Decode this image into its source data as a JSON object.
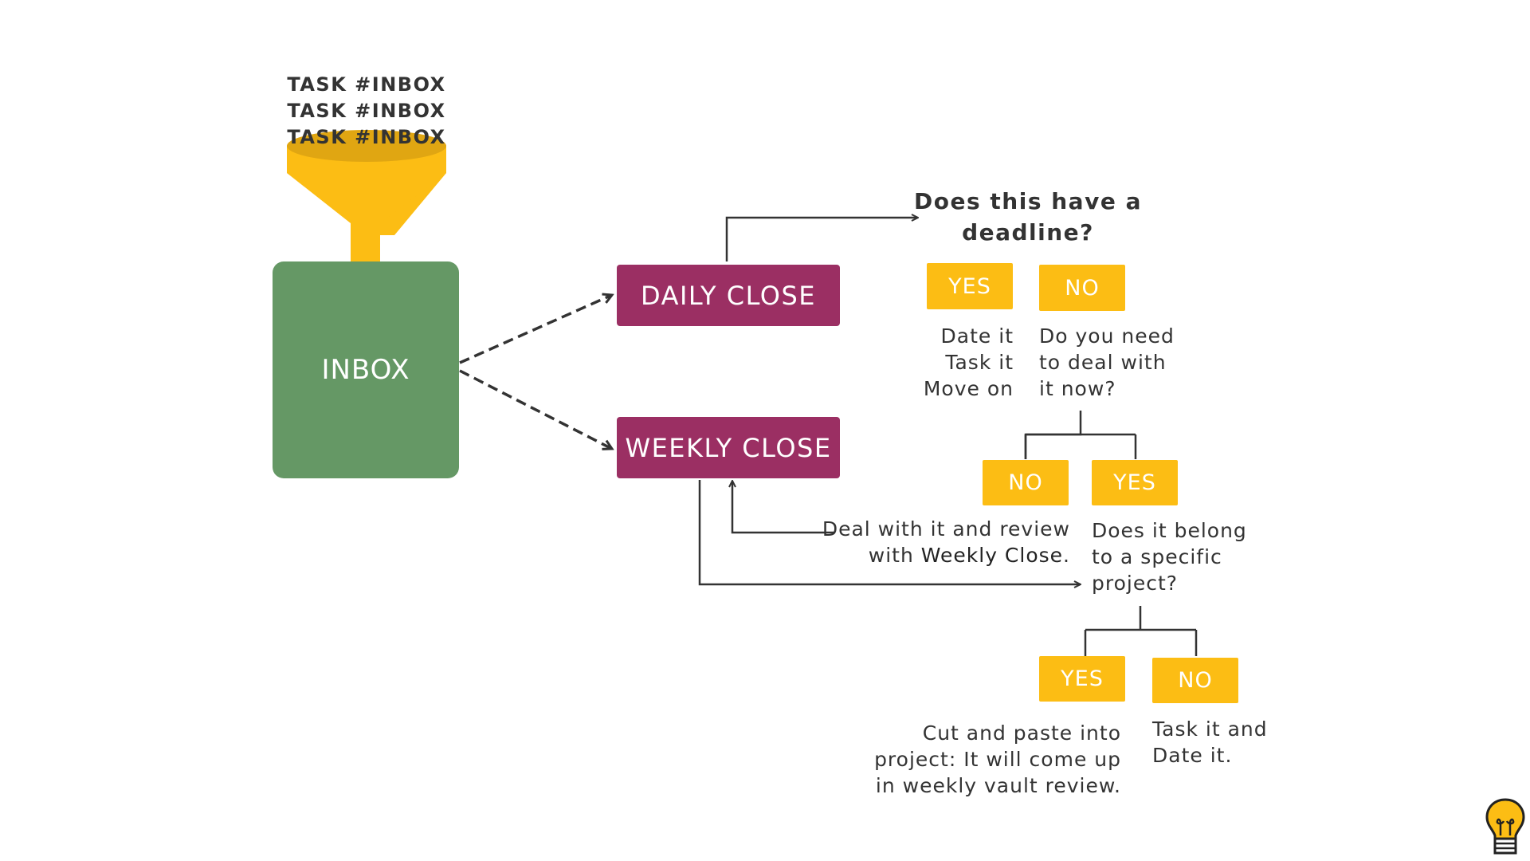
{
  "funnel": {
    "tasks": [
      "TASK #INBOX",
      "TASK #INBOX",
      "TASK #INBOX"
    ],
    "color": "#fcbd14"
  },
  "inbox": {
    "label": "INBOX",
    "color": "#659865"
  },
  "daily_close": {
    "label": "DAILY CLOSE",
    "color": "#9b2f63"
  },
  "weekly_close": {
    "label": "WEEKLY CLOSE",
    "color": "#9b2f63"
  },
  "deadline": {
    "question_line1": "Does this have a",
    "question_line2": "deadline?",
    "yes_label": "YES",
    "no_label": "NO",
    "yes_text": [
      "Date it",
      "Task it",
      "Move on"
    ],
    "no_text": [
      "Do you need",
      "to deal with",
      "it now?"
    ]
  },
  "deal_now": {
    "no_label": "NO",
    "yes_label": "YES",
    "no_text_line1": "Deal with it and review",
    "no_text_line2_prefix": "with ",
    "no_text_line2_highlight": "Weekly Close",
    "no_text_line2_suffix": ".",
    "yes_text": [
      "Does it belong",
      "to a specific",
      "project?"
    ]
  },
  "project": {
    "yes_label": "YES",
    "no_label": "NO",
    "yes_text": [
      "Cut and paste into",
      "project: It will come up",
      "in weekly vault review."
    ],
    "no_text": [
      "Task it and",
      "Date it."
    ]
  },
  "logo": {
    "icon": "lightbulb-logo-icon"
  }
}
